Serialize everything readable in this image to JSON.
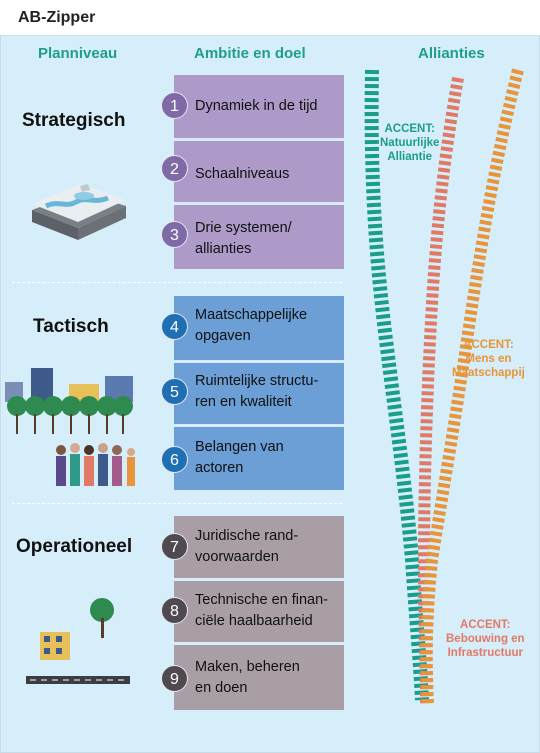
{
  "title": "AB-Zipper",
  "headers": {
    "planniveau": "Planniveau",
    "ambitie": "Ambitie en doel",
    "allianties": "Allianties"
  },
  "levels": {
    "strategisch": "Strategisch",
    "tactisch": "Tactisch",
    "operationeel": "Operationeel"
  },
  "items": [
    {
      "n": "1",
      "label": "Dynamiek in de tijd"
    },
    {
      "n": "2",
      "label": "Schaalniveaus"
    },
    {
      "n": "3",
      "label": "Drie systemen/\nallianties"
    },
    {
      "n": "4",
      "label": "Maatschappelijke\nopgaven"
    },
    {
      "n": "5",
      "label": "Ruimtelijke structu-\nren en kwaliteit"
    },
    {
      "n": "6",
      "label": "Belangen van\nactoren"
    },
    {
      "n": "7",
      "label": "Juridische rand-\nvoorwaarden"
    },
    {
      "n": "8",
      "label": "Technische en finan-\nciële haalbaarheid"
    },
    {
      "n": "9",
      "label": "Maken, beheren\nen doen"
    }
  ],
  "accents": [
    {
      "text": "ACCENT:\nNatuurlijke\nAlliantie",
      "color": "#1a9e8c"
    },
    {
      "text": "ACCENT:\nMens en\nMaatschappij",
      "color": "#e8943a"
    },
    {
      "text": "ACCENT:\nBebouwing en\nInfrastructuur",
      "color": "#e07a67"
    }
  ],
  "colors": {
    "teal": "#1a9e8c",
    "salmon": "#e07a67",
    "orange": "#e8943a",
    "purple": "#ad9ac9",
    "blue": "#6b9fd6",
    "gray": "#a99ea5"
  }
}
